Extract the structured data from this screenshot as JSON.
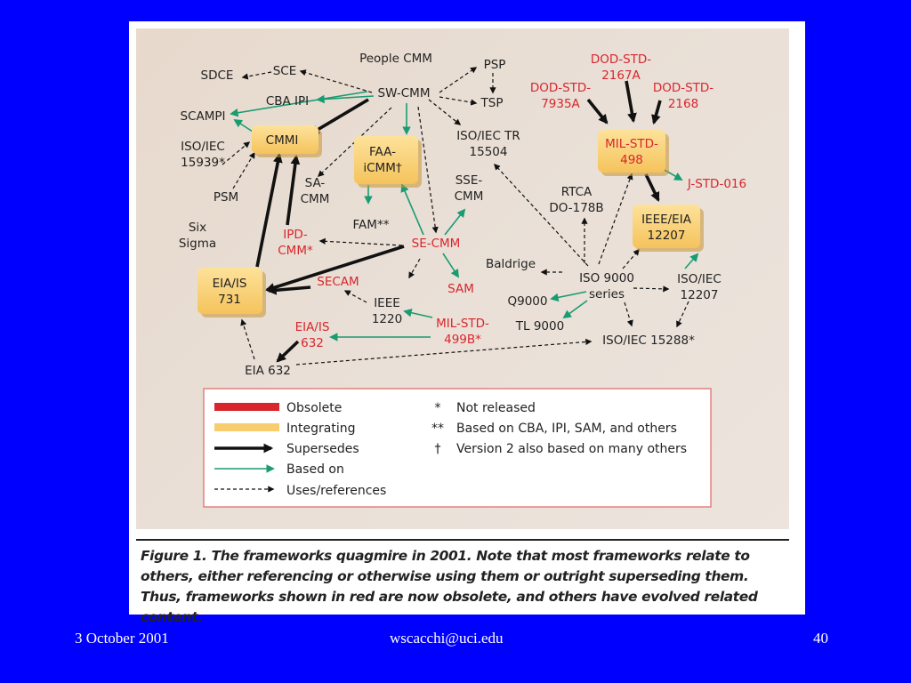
{
  "colors": {
    "obsolete": "#d9262c",
    "integrating_fill": "#f7cd6e",
    "based_on": "#1a9b72",
    "text": "#222222",
    "background": "#0000ff"
  },
  "nodes": {
    "people_cmm": [
      "People CMM"
    ],
    "psp": [
      "PSP"
    ],
    "tsp": [
      "TSP"
    ],
    "sdce": [
      "SDCE"
    ],
    "sce": [
      "SCE"
    ],
    "sw_cmm": [
      "SW-CMM"
    ],
    "cba_ipi": [
      "CBA IPI"
    ],
    "scampi": [
      "SCAMPI"
    ],
    "cmmi": [
      "CMMI"
    ],
    "iso_iec_15939": [
      "ISO/IEC",
      "15939*"
    ],
    "psm": [
      "PSM"
    ],
    "sa_cmm": [
      "SA-",
      "CMM"
    ],
    "faa_icmm": [
      "FAA-",
      "iCMM†"
    ],
    "iso_iec_tr_15504": [
      "ISO/IEC TR",
      "15504"
    ],
    "sse_cmm": [
      "SSE-",
      "CMM"
    ],
    "fam": [
      "FAM**"
    ],
    "six_sigma": [
      "Six",
      "Sigma"
    ],
    "ipd_cmm": [
      "IPD-",
      "CMM*"
    ],
    "se_cmm": [
      "SE-CMM"
    ],
    "sam": [
      "SAM"
    ],
    "eia_is_731": [
      "EIA/IS",
      "731"
    ],
    "secam": [
      "SECAM"
    ],
    "ieee_1220": [
      "IEEE",
      "1220"
    ],
    "mil_std_499b": [
      "MIL-STD-",
      "499B*"
    ],
    "eia_is_632": [
      "EIA/IS",
      "632"
    ],
    "eia_632": [
      "EIA 632"
    ],
    "dod_std_2167a": [
      "DOD-STD-",
      "2167A"
    ],
    "dod_std_7935a": [
      "DOD-STD-",
      "7935A"
    ],
    "dod_std_2168": [
      "DOD-STD-",
      "2168"
    ],
    "mil_std_498": [
      "MIL-STD-",
      "498"
    ],
    "j_std_016": [
      "J-STD-016"
    ],
    "rtca_do_178b": [
      "RTCA",
      "DO-178B"
    ],
    "ieee_eia_12207": [
      "IEEE/EIA",
      "12207"
    ],
    "baldrige": [
      "Baldrige"
    ],
    "iso_9000": [
      "ISO 9000",
      "series"
    ],
    "iso_iec_12207": [
      "ISO/IEC",
      "12207"
    ],
    "q9000": [
      "Q9000"
    ],
    "tl_9000": [
      "TL 9000"
    ],
    "iso_iec_15288": [
      "ISO/IEC 15288*"
    ]
  },
  "legend": {
    "items": [
      "Obsolete",
      "Integrating",
      "Supersedes",
      "Based on",
      "Uses/references"
    ],
    "notes": [
      {
        "symbol": "*",
        "text": "Not released"
      },
      {
        "symbol": "**",
        "text": "Based on CBA, IPI, SAM, and others"
      },
      {
        "symbol": "†",
        "text": "Version 2 also based on many others"
      }
    ]
  },
  "caption": "Figure 1. The frameworks quagmire in 2001. Note that most frameworks relate to others, either referencing or otherwise using them or outright superseding them. Thus, frameworks shown in red are now obsolete, and others have evolved related content.",
  "footer": {
    "date": "3 October 2001",
    "email": "wscacchi@uci.edu",
    "page": "40"
  }
}
